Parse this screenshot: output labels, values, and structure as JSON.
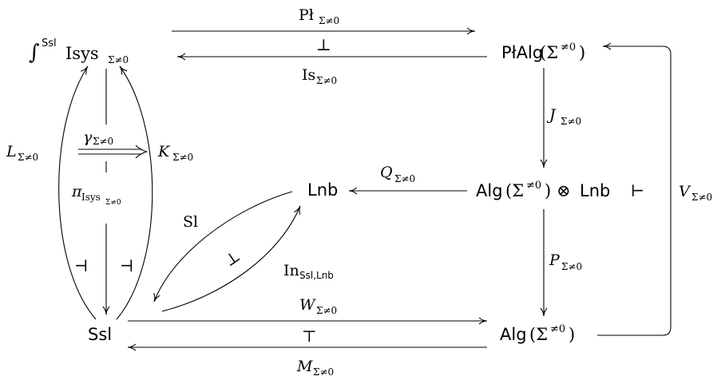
{
  "colors": {
    "ink": "#000000",
    "background": "#ffffff"
  },
  "objects": {
    "int_sym": "∫",
    "int_sup": "Ssl",
    "isys_base": "Isys",
    "sigma_ne_0": "Σ≠0",
    "plalg_name": "PłAlg",
    "plalg_paren_open": "(Σ",
    "plalg_sup": "≠0",
    "plalg_paren_close": ")",
    "lnb": "Lnb",
    "alg_tensor_name": "Alg",
    "alg_tensor_paren_open": "(Σ",
    "alg_tensor_sup": "≠0",
    "alg_tensor_paren_close": ")",
    "alg_tensor_otimes": "⊗",
    "alg_tensor_lnb": "Lnb",
    "ssl": "Ssl",
    "alg_name": "Alg",
    "alg_paren_open": "(Σ",
    "alg_sup": "≠0",
    "alg_paren_close": ")"
  },
  "labels": {
    "pl_base": "Pł",
    "is_base": "Is",
    "J": "J",
    "Q": "Q",
    "P": "P",
    "V": "V",
    "W": "W",
    "M": "M",
    "L": "L",
    "K": "K",
    "gamma": "γ",
    "pi": "π",
    "pi_sub_isys": "Isys",
    "sl": "Sl",
    "in_base": "In",
    "in_sub": "Ssl,Lnb",
    "sub_sigma": "Σ≠0"
  },
  "symbols": {
    "perp": "⊥",
    "top": "⊤",
    "dashv": "⊣",
    "vdash": "⊢"
  }
}
